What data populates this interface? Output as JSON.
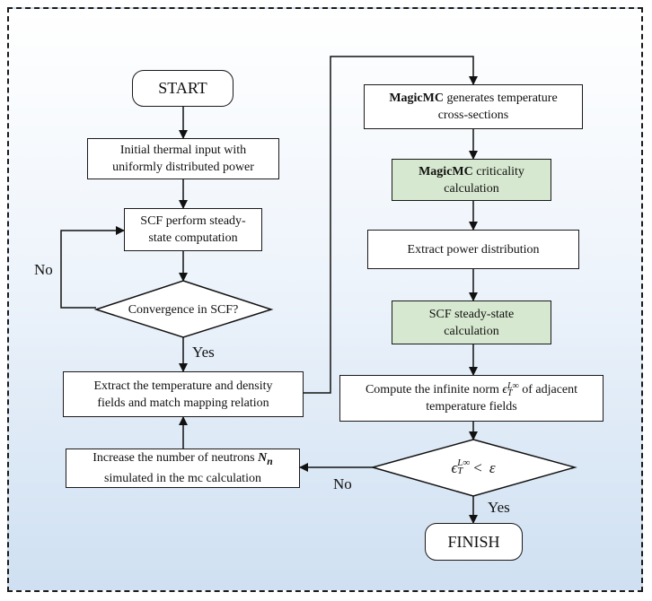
{
  "nodes": {
    "start": "START",
    "initial_line1": "Initial thermal input with",
    "initial_line2": "uniformly distributed power",
    "scf_steady_line1": "SCF perform steady-",
    "scf_steady_line2": "state computation",
    "convergence_line1": "Convergence in",
    "convergence_line2": "SCF?",
    "extract_tf_line1": "Extract the temperature and density",
    "extract_tf_line2": "fields and match mapping relation",
    "increase_line1_pre": "Increase the number of neutrons ",
    "increase_var": "N",
    "increase_sub": "n",
    "increase_line2": "simulated in the mc calculation",
    "magicmc_gen_bold": "MagicMC",
    "magicmc_gen_rest": " generates temperature",
    "magicmc_gen_line2": "cross-sections",
    "magicmc_crit_bold": "MagicMC",
    "magicmc_crit_rest": " criticality",
    "magicmc_crit_line2": "calculation",
    "extract_power": "Extract power distribution",
    "scf_calc_line1": "SCF steady-state",
    "scf_calc_line2": "calculation",
    "compute_line1_pre": "Compute the infinite norm ",
    "compute_line1_post": " of adjacent",
    "compute_line2": "temperature fields",
    "eps_sym": "ϵ",
    "eps_sub": "T",
    "eps_sup": "L∞",
    "criterion_lt": "<",
    "criterion_rhs": "ε",
    "finish": "FINISH"
  },
  "edge_labels": {
    "no_loop": "No",
    "yes_down": "Yes",
    "no_left": "No",
    "yes_finish": "Yes"
  },
  "colors": {
    "green_fill": "#d6e8cf",
    "frame_gradient_bottom": "#cfe0f2"
  }
}
